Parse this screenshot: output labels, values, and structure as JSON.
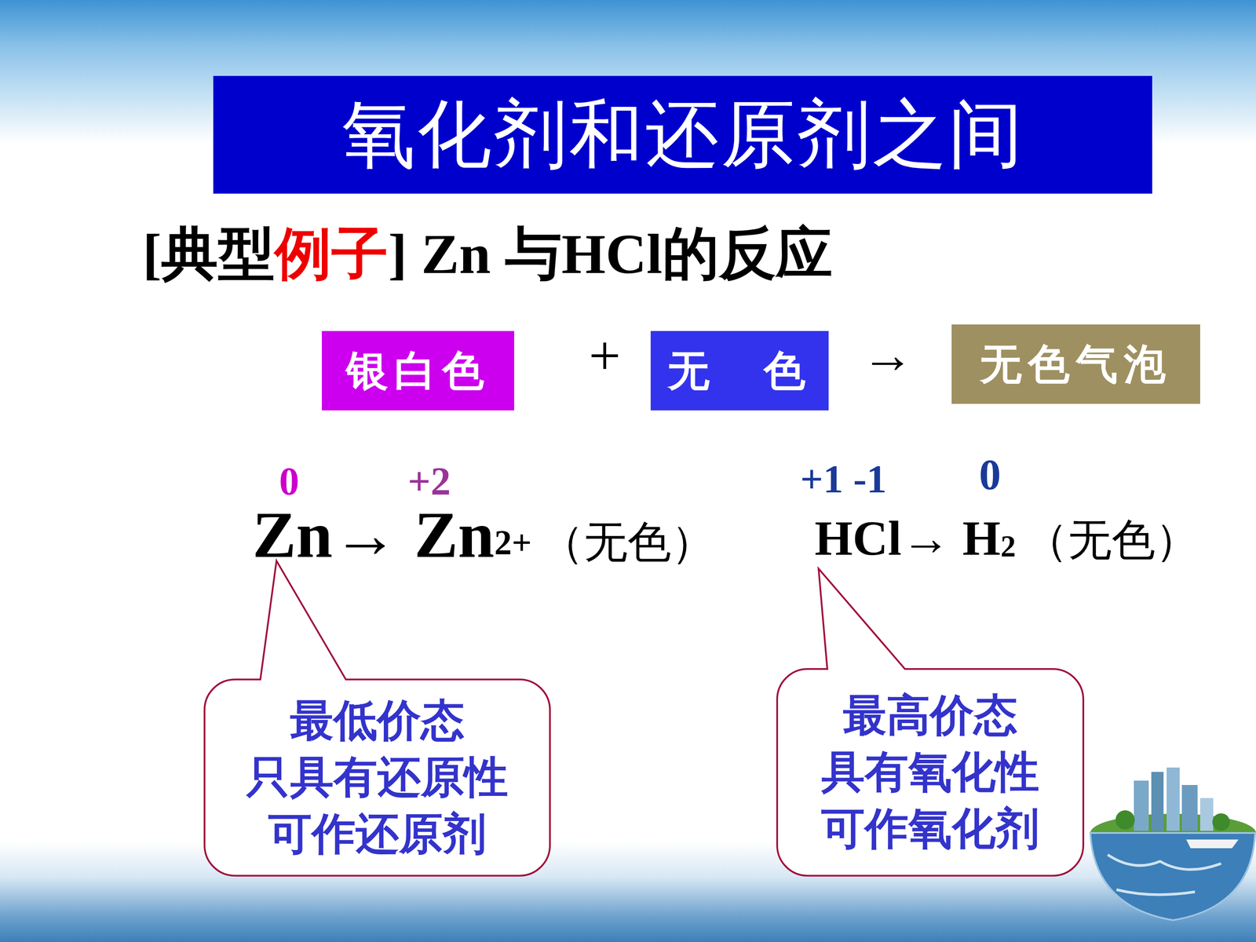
{
  "diagram": {
    "title": "氧化剂和还原剂之间",
    "nodes": [
      {
        "text": [
          "银白色"
        ]
      },
      {
        "text": [
          "无　色"
        ]
      },
      {
        "text": [
          "无色气泡"
        ]
      },
      {
        "text": [
          "最低价态",
          "只具有还原性",
          "可作还原剂"
        ]
      },
      {
        "text": [
          "最高价态",
          "具有氧化性",
          "可作氧化剂"
        ]
      }
    ],
    "labels": [
      "[典型",
      "例子",
      "] Zn 与HCl的反应",
      "+",
      "→",
      "0",
      "+2",
      "+1 -1",
      "0",
      "Zn→ Zn",
      "2+",
      "（无色）",
      "HCl→ H",
      "2",
      "（无色）"
    ]
  }
}
